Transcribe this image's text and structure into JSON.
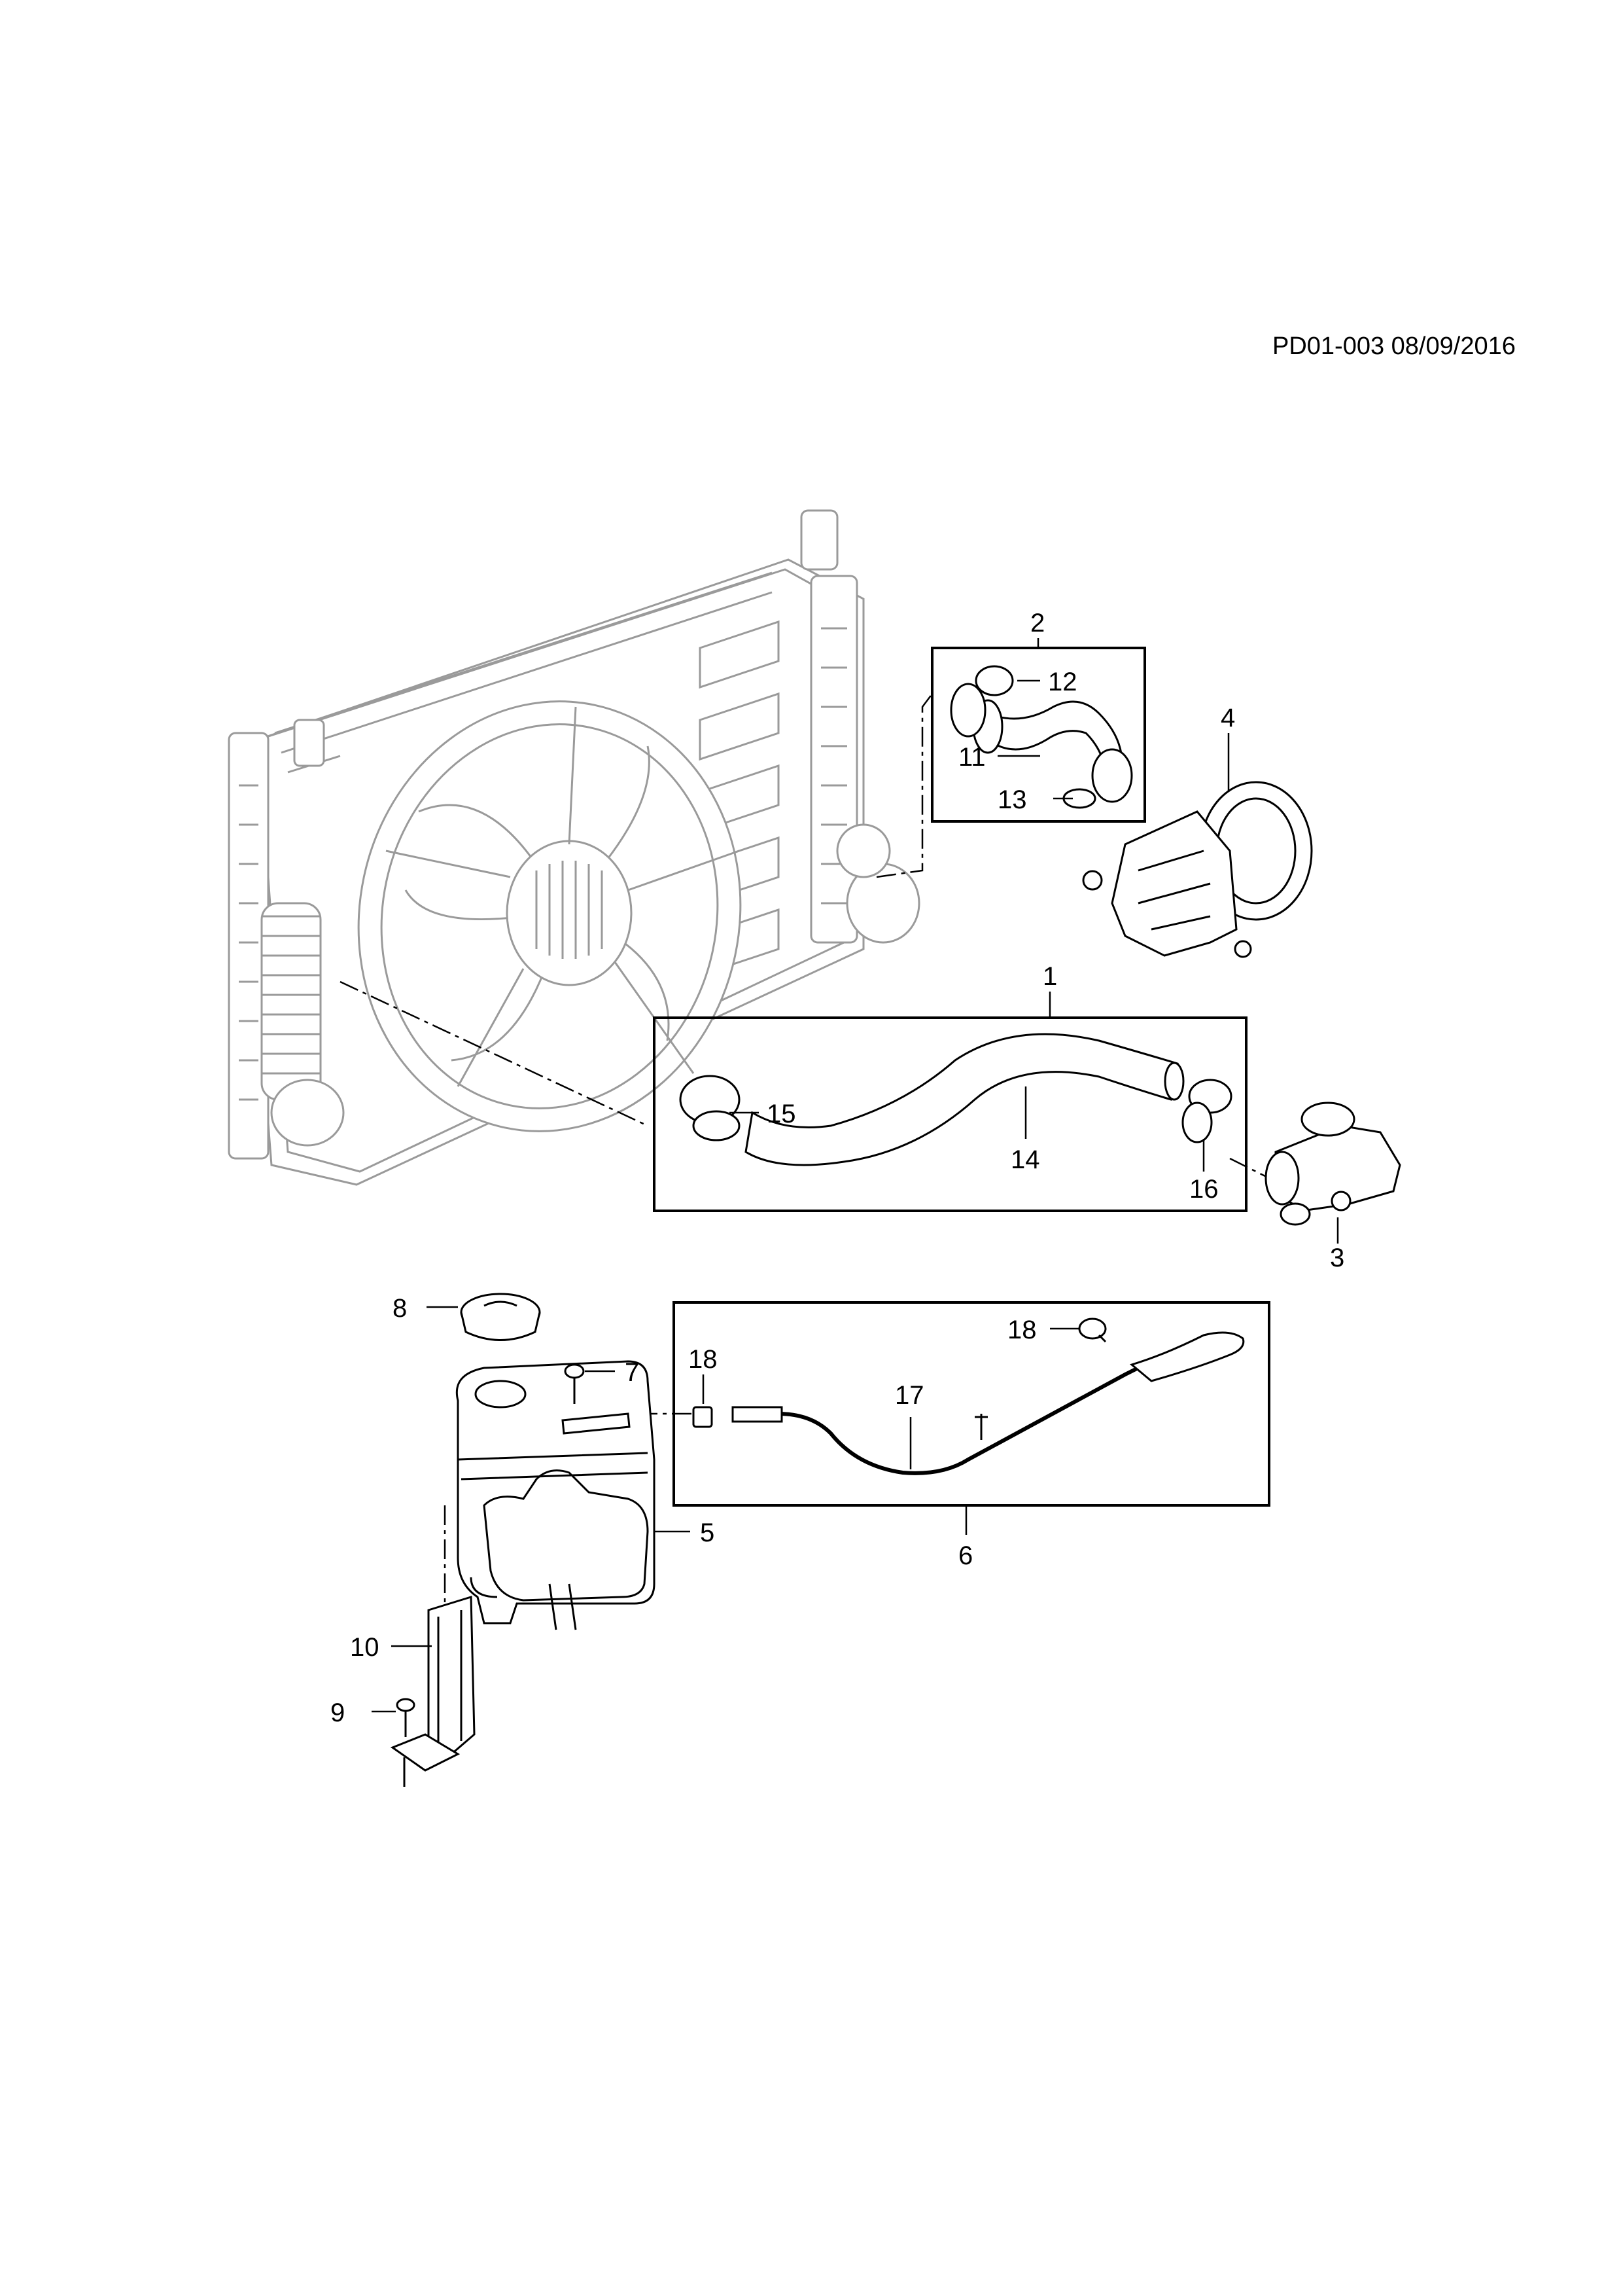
{
  "header": {
    "reference": "PD01-003 08/09/2016"
  },
  "callouts": [
    "1",
    "2",
    "3",
    "4",
    "5",
    "6",
    "7",
    "8",
    "9",
    "10",
    "11",
    "12",
    "13",
    "14",
    "15",
    "16",
    "17",
    "18",
    "18"
  ]
}
